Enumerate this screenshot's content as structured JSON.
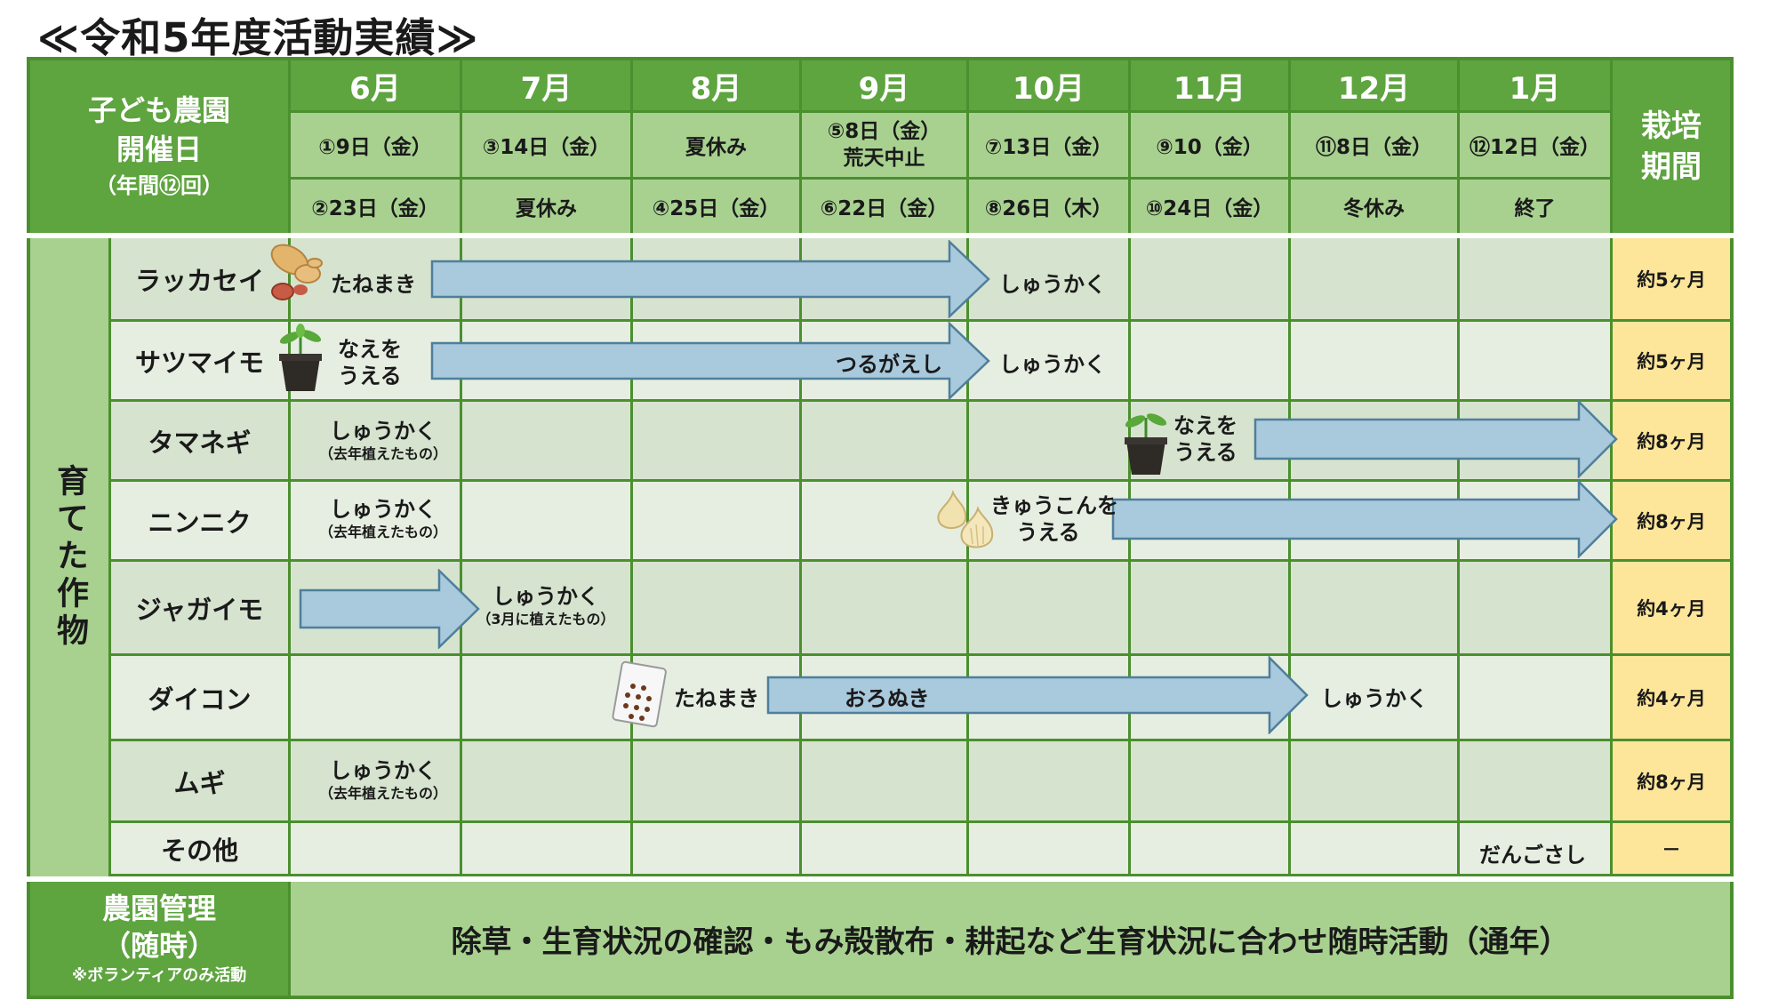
{
  "title": "≪令和5年度活動実績≫",
  "header": {
    "corner_line1": "子ども農園",
    "corner_line2": "開催日",
    "corner_line3": "（年間⑫回）",
    "period_line1": "栽培",
    "period_line2": "期間",
    "months": [
      "6月",
      "7月",
      "8月",
      "9月",
      "10月",
      "11月",
      "12月",
      "1月"
    ],
    "dates_row1": [
      "①9日（金）",
      "③14日（金）",
      "夏休み",
      "⑤8日（金）",
      "⑦13日（金）",
      "⑨10（金）",
      "⑪8日（金）",
      "⑫12日（金）"
    ],
    "dates_row1_note": "荒天中止",
    "dates_row2": [
      "②23日（金）",
      "夏休み",
      "④25日（金）",
      "⑥22日（金）",
      "⑧26日（木）",
      "⑩24日（金）",
      "冬休み",
      "終了"
    ]
  },
  "crops_label": "育てた作物",
  "crops": [
    {
      "name": "ラッカセイ",
      "period": "約5ヶ月"
    },
    {
      "name": "サツマイモ",
      "period": "約5ヶ月"
    },
    {
      "name": "タマネギ",
      "period": "約8ヶ月"
    },
    {
      "name": "ニンニク",
      "period": "約8ヶ月"
    },
    {
      "name": "ジャガイモ",
      "period": "約4ヶ月"
    },
    {
      "name": "ダイコン",
      "period": "約4ヶ月"
    },
    {
      "name": "ムギ",
      "period": "約8ヶ月"
    },
    {
      "name": "その他",
      "period": "－"
    }
  ],
  "activities": {
    "seeding": "たねまき",
    "planting_line1": "なえを",
    "planting_line2": "うえる",
    "harvest": "しゅうかく",
    "last_year_note": "（去年植えたもの）",
    "march_note": "（3月に植えたもの）",
    "vine_turning": "つるがえし",
    "bulb_line1": "きゅうこんを",
    "bulb_line2": "うえる",
    "thinning": "おろぬき",
    "dango": "だんごさし"
  },
  "management": {
    "label_line1": "農園管理",
    "label_line2": "（随時）",
    "label_note": "※ボランティアのみ活動",
    "description": "除草・生育状況の確認・もみ殻散布・耕起など生育状況に合わせ随時活動（通年）"
  },
  "colors": {
    "dark_green": "#5ea43f",
    "light_green": "#a8d190",
    "period_yellow": "#fde59a",
    "arrow_fill": "#a9c9dc",
    "arrow_stroke": "#4e7f9c"
  },
  "icons": [
    "peanut-icon",
    "seedling-pot-icon",
    "garlic-bulb-icon",
    "seed-packet-icon"
  ]
}
